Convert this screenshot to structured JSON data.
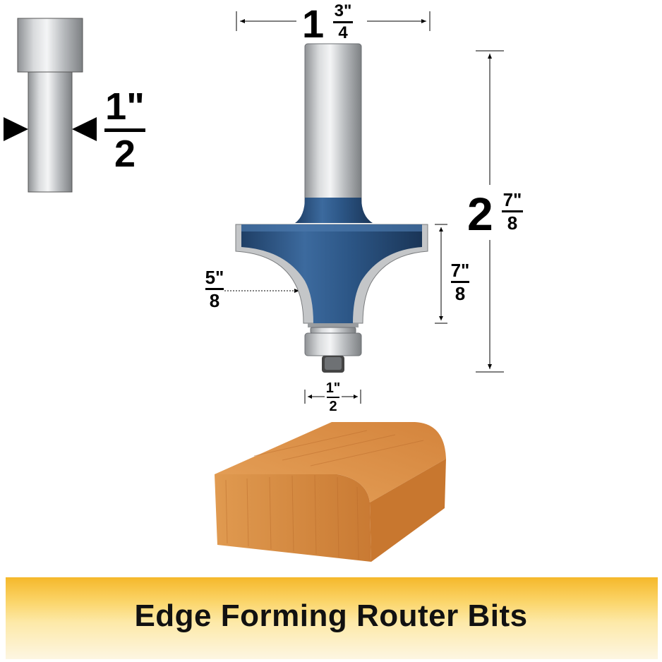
{
  "shank_size": {
    "numerator": "1\"",
    "denominator": "2"
  },
  "cut_diameter": {
    "whole": "1",
    "numerator": "3\"",
    "denominator": "4"
  },
  "overall_length": {
    "whole": "2",
    "numerator": "7\"",
    "denominator": "8"
  },
  "cut_length": {
    "numerator": "7\"",
    "denominator": "8"
  },
  "radius": {
    "numerator": "5\"",
    "denominator": "8"
  },
  "bearing_diameter": {
    "numerator": "1\"",
    "denominator": "2"
  },
  "banner": {
    "title": "Edge Forming Router Bits"
  },
  "colors": {
    "banner_yellow": "#f5b82a",
    "bit_blue": "#2f5b8a",
    "wood": "#d98a3c"
  }
}
